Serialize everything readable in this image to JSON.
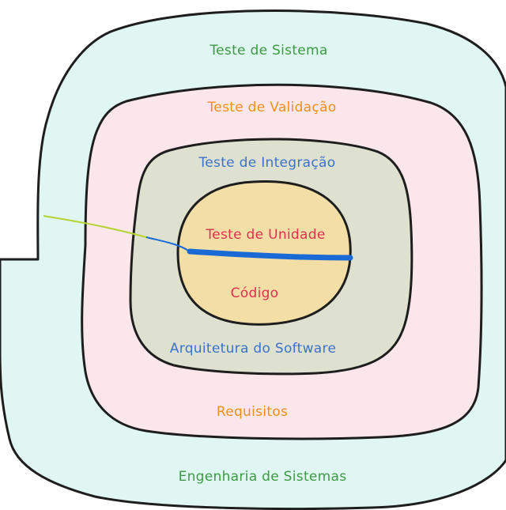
{
  "colors": {
    "system_fill": "#e0f6f2",
    "validation_fill": "#fbe6ec",
    "integration_fill": "#dfe1d0",
    "unit_fill": "#f3dfa6",
    "green_text": "#3b9a43",
    "orange_text": "#f0901a",
    "blue_text": "#3b73c9",
    "red_text": "#e0304e",
    "stroke": "#1e1e1e",
    "path_blue": "#1a6ad6",
    "path_green": "#b6d233"
  },
  "labels": {
    "system_test": "Teste de Sistema",
    "validation_test": "Teste de Validação",
    "integration_test": "Teste de Integração",
    "unit_test": "Teste de Unidade",
    "code": "Código",
    "architecture": "Arquitetura do Software",
    "requirements": "Requisitos",
    "systems_engineering": "Engenharia de Sistemas"
  }
}
